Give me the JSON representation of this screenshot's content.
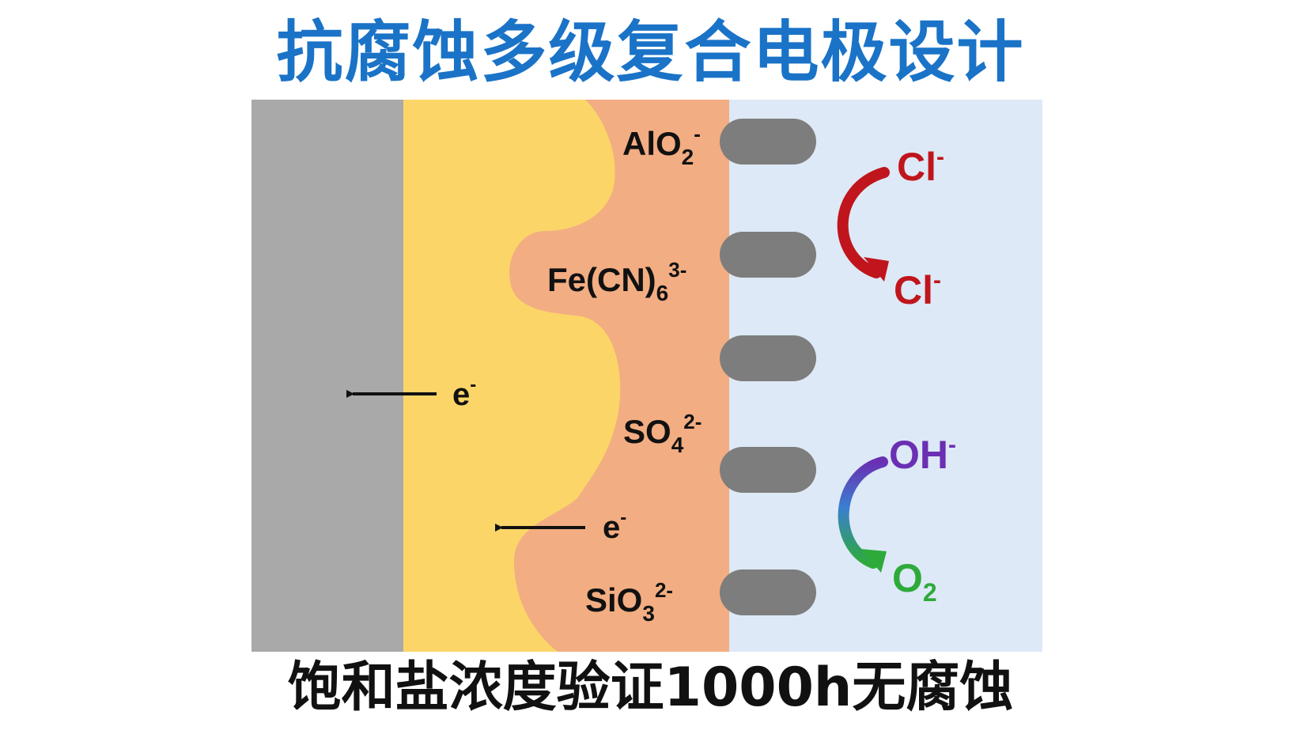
{
  "title": "抗腐蚀多级复合电极设计",
  "subtitle": "饱和盐浓度验证1000h无腐蚀",
  "anions": [
    {
      "base": "AlO",
      "sub": "2",
      "sup": "-"
    },
    {
      "base": "Fe(CN)",
      "sub": "6",
      "sup": "3-"
    },
    {
      "base": "SO",
      "sub": "4",
      "sup": "2-"
    },
    {
      "base": "SiO",
      "sub": "3",
      "sup": "2-"
    }
  ],
  "electrons": [
    {
      "base": "e",
      "sup": "-"
    },
    {
      "base": "e",
      "sup": "-"
    }
  ],
  "cl_reaction": {
    "from": {
      "base": "Cl",
      "sup": "-"
    },
    "to": {
      "base": "Cl",
      "sup": "-"
    },
    "color": "#c0151c"
  },
  "oh_reaction": {
    "from": {
      "base": "OH",
      "sup": "-"
    },
    "to": {
      "base": "O",
      "sub": "2"
    },
    "from_color": "#6a2fb3",
    "to_color": "#2eaa3a"
  },
  "colors": {
    "substrate": "#a9a9a9",
    "gold_layer": "#fbd568",
    "coating": "#f2ad82",
    "electrolyte": "#dde9f6",
    "pillar": "#7d7d7d"
  }
}
